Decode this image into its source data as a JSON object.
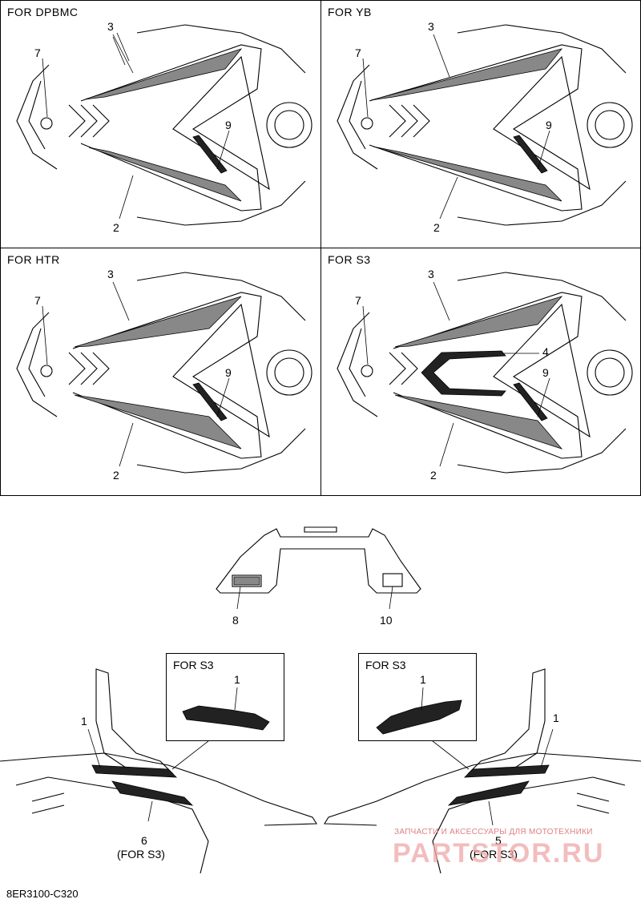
{
  "panels": [
    {
      "title": "FOR DPBMC",
      "callouts": [
        "3",
        "7",
        "9",
        "2"
      ]
    },
    {
      "title": "FOR YB",
      "callouts": [
        "3",
        "7",
        "9",
        "2"
      ]
    },
    {
      "title": "FOR HTR",
      "callouts": [
        "3",
        "7",
        "9",
        "2"
      ]
    },
    {
      "title": "FOR S3",
      "callouts": [
        "3",
        "7",
        "4",
        "9",
        "2"
      ]
    }
  ],
  "rear": {
    "left_callout": "8",
    "right_callout": "10"
  },
  "sides": {
    "left": {
      "inset_title": "FOR S3",
      "inset_callout": "1",
      "callout_1": "1",
      "callout_6": "6",
      "callout_6_note": "(FOR S3)"
    },
    "right": {
      "inset_title": "FOR S3",
      "inset_callout": "1",
      "callout_1": "1",
      "callout_5": "5",
      "callout_5_note": "(FOR S3)"
    }
  },
  "watermark": {
    "tagline": "ЗАПЧАСТИ И АКСЕССУАРЫ ДЛЯ МОТОТЕХНИКИ",
    "brand": "PARTSTOR.RU"
  },
  "diagram_code": "8ER3100-C320"
}
